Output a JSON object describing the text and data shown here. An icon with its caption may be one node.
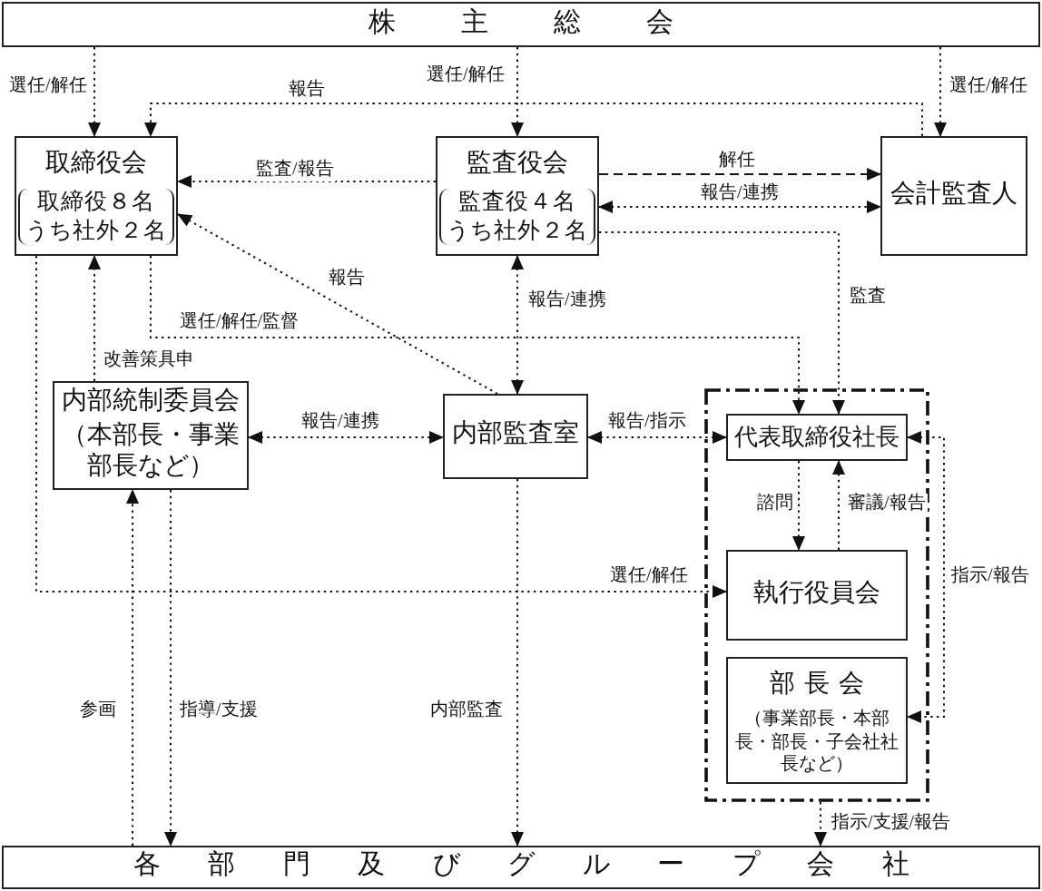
{
  "diagram": {
    "nodes": [
      {
        "text": [
          "株主総会"
        ]
      },
      {
        "text": [
          "取締役会",
          "取締役８名",
          "うち社外２名"
        ]
      },
      {
        "text": [
          "監査役会",
          "監査役４名",
          "うち社外２名"
        ]
      },
      {
        "text": [
          "会計監査人"
        ]
      },
      {
        "text": [
          "内部統制委員会",
          "（本部長・事業部長など）"
        ]
      },
      {
        "text": [
          "内部監査室"
        ]
      },
      {
        "text": [],
        "shape": "box"
      },
      {
        "text": [
          "代表取締役社長"
        ],
        "in": 6
      },
      {
        "text": [
          "執行役員会"
        ],
        "in": 6
      },
      {
        "text": [
          "部長会",
          "（事業部長・本部長・部長・子会社社長など）"
        ],
        "in": 6
      },
      {
        "text": [
          "各部門及びグループ会社"
        ]
      }
    ],
    "edges": [
      {
        "from": 0,
        "to": 1,
        "arrow": "to",
        "label": "選任/解任"
      },
      {
        "from": 0,
        "to": 2,
        "arrow": "to",
        "label": "選任/解任"
      },
      {
        "from": 0,
        "to": 3,
        "arrow": "to",
        "label": "選任/解任"
      },
      {
        "from": 3,
        "to": 1,
        "arrow": "to",
        "label": "報告"
      },
      {
        "from": 2,
        "to": 1,
        "arrow": "to",
        "label": "監査/報告"
      },
      {
        "from": 2,
        "to": 3,
        "arrow": "to",
        "label": "解任",
        "style": "dashed"
      },
      {
        "from": 2,
        "to": 3,
        "arrow": "both",
        "label": "報告/連携"
      },
      {
        "from": 2,
        "to": 7,
        "arrow": "to",
        "label": "監査"
      },
      {
        "from": 5,
        "to": 1,
        "arrow": "to",
        "label": "報告"
      },
      {
        "from": 5,
        "to": 2,
        "arrow": "both",
        "label": "報告/連携"
      },
      {
        "from": 1,
        "to": 7,
        "arrow": "to",
        "label": "選任/解任/監督"
      },
      {
        "from": 4,
        "to": 1,
        "arrow": "to",
        "label": "改善策具申"
      },
      {
        "from": 1,
        "to": 8,
        "arrow": "to",
        "label": "選任/解任"
      },
      {
        "from": 4,
        "to": 5,
        "arrow": "both",
        "label": "報告/連携"
      },
      {
        "from": 5,
        "to": 7,
        "arrow": "both",
        "label": "報告/指示"
      },
      {
        "from": 7,
        "to": 8,
        "arrow": "to",
        "label": "諮問"
      },
      {
        "from": 8,
        "to": 7,
        "arrow": "to",
        "label": "審議/報告"
      },
      {
        "from": 7,
        "to": 9,
        "arrow": "both",
        "label": "指示/報告"
      },
      {
        "from": 10,
        "to": 4,
        "arrow": "to",
        "label": "参画"
      },
      {
        "from": 4,
        "to": 10,
        "arrow": "to",
        "label": "指導/支援"
      },
      {
        "from": 5,
        "to": 10,
        "arrow": "to",
        "label": "内部監査"
      },
      {
        "from": 6,
        "to": 10,
        "arrow": "to",
        "label": "指示/支援/報告"
      }
    ]
  }
}
